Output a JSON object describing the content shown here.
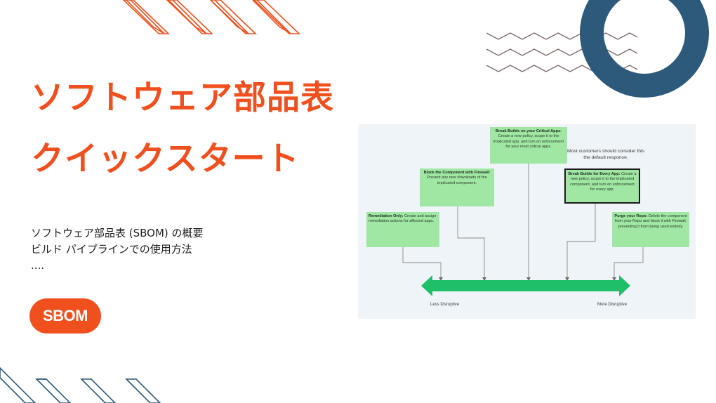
{
  "slide": {
    "title_line1": "ソフトウェア部品表",
    "title_line2": "クイックスタート",
    "bullets": [
      "ソフトウェア部品表 (SBOM) の概要",
      "ビルド パイプラインでの使用方法",
      "...."
    ],
    "badge": "SBOM"
  },
  "colors": {
    "accent": "#f0501e",
    "navy_ring": "#2d5a7b",
    "zigzag": "#7a6a68",
    "arrow_green": "#1fbf6a",
    "box_green": "#9fe7a2"
  },
  "diagram": {
    "boxes": [
      {
        "title": "Remediation Only:",
        "text": "Create and assign remediation actions for affected apps."
      },
      {
        "title": "Block the Component with Firewall:",
        "text": "Prevent any new downloads of the implicated component."
      },
      {
        "title": "Break Builds on your Critical Apps:",
        "text": "Create a new policy, scope it to the implicated app, and turn on enforcement for your most critical apps."
      },
      {
        "title": "Break Builds for Every App:",
        "text": "Create a new policy, scope it to the implicated component, and turn on enforcement for every app."
      },
      {
        "title": "Purge your Repo:",
        "text": "Delete the component from your Repo and block it with Firewall, preventing it from being used entirely."
      }
    ],
    "note": "Most customers should consider this the default response.",
    "axis_left": "Less Disruptive",
    "axis_right": "More Disruptive"
  }
}
